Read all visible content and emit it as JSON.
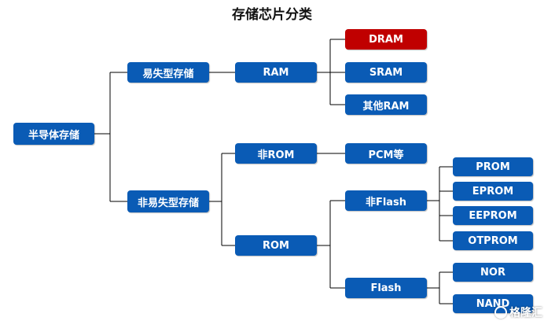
{
  "title": "存储芯片分类",
  "colors": {
    "node": "#0a5bb5",
    "highlight": "#c00000",
    "line": "#000000"
  },
  "nodes": {
    "root": "半导体存储",
    "volatile": "易失型存储",
    "nonvolatile": "非易失型存储",
    "ram": "RAM",
    "non_rom": "非ROM",
    "rom": "ROM",
    "dram": "DRAM",
    "sram": "SRAM",
    "other_ram": "其他RAM",
    "pcm": "PCM等",
    "non_flash": "非Flash",
    "flash": "Flash",
    "prom": "PROM",
    "eprom": "EPROM",
    "eeprom": "EEPROM",
    "otprom": "OTPROM",
    "nor": "NOR",
    "nand": "NAND"
  },
  "watermark": {
    "text": "格隆汇"
  }
}
